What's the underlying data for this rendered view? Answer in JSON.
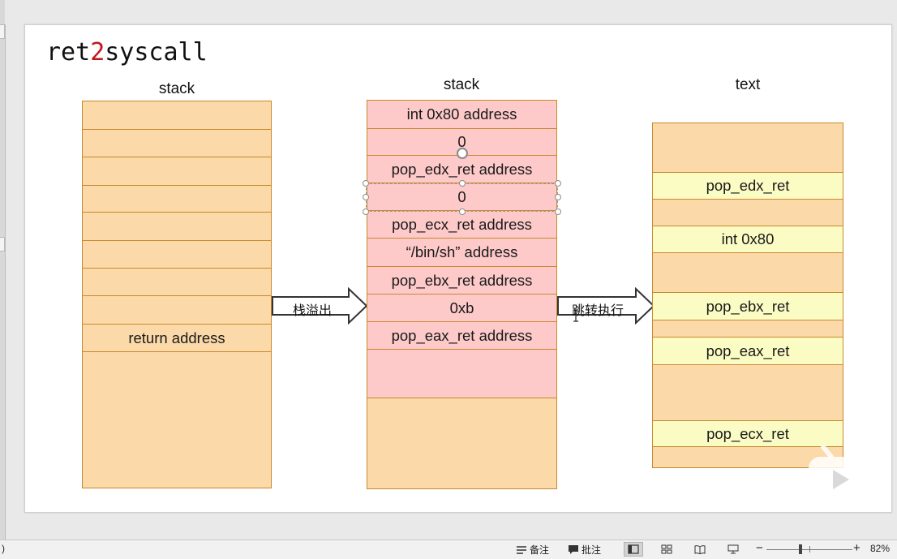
{
  "slide": {
    "title_part1": "ret",
    "title_accent": "2",
    "title_part2": "syscall"
  },
  "columns": {
    "left": {
      "label": "stack",
      "rows": [
        "",
        "",
        "",
        "",
        "",
        "",
        "",
        "",
        "return address"
      ]
    },
    "middle": {
      "label": "stack",
      "rows": [
        "int 0x80 address",
        "0",
        "pop_edx_ret address",
        "0",
        "pop_ecx_ret address",
        "“/bin/sh” address",
        "pop_ebx_ret address",
        "0xb",
        "pop_eax_ret address",
        ""
      ]
    },
    "right": {
      "label": "text",
      "rows": [
        "pop_edx_ret",
        "int 0x80",
        "pop_ebx_ret",
        "pop_eax_ret",
        "pop_ecx_ret"
      ]
    }
  },
  "arrows": {
    "overflow_label": "栈溢出",
    "jump_label": "跳转执行"
  },
  "status_bar": {
    "notes_label": "备注",
    "comments_label": "批注",
    "zoom_minus": "−",
    "zoom_plus": "+",
    "zoom_level": "82%",
    "left_glyph": ")"
  },
  "colors": {
    "cell_orange": "#fcd9a8",
    "cell_pink": "#fec9c9",
    "cell_yellow": "#fbfcc4",
    "border": "#c8892d",
    "title_accent": "#c0171d"
  }
}
